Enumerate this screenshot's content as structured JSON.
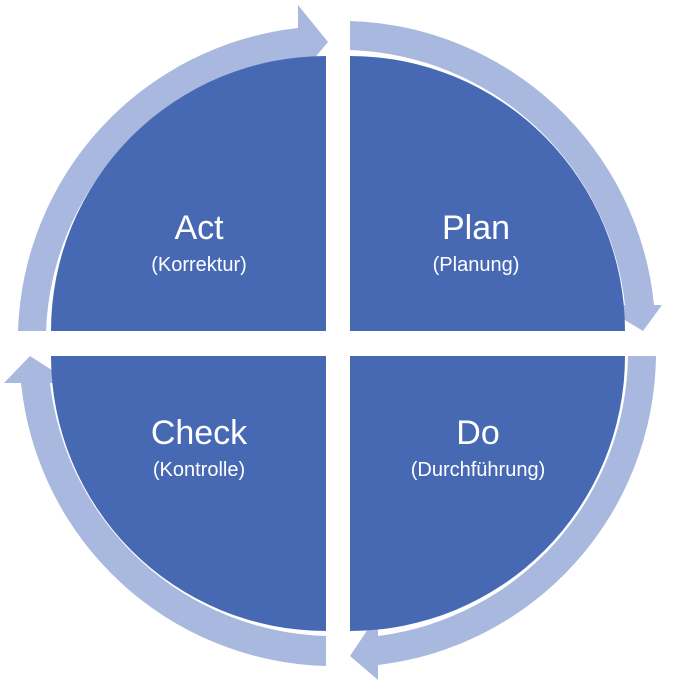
{
  "diagram": {
    "colors": {
      "quadrant_fill": "#4769b4",
      "arrow_fill": "#a9b8de",
      "text": "#ffffff",
      "background": "#ffffff"
    },
    "quadrants": {
      "plan": {
        "title": "Plan",
        "subtitle": "(Planung)"
      },
      "do": {
        "title": "Do",
        "subtitle": "(Durchführung)"
      },
      "check": {
        "title": "Check",
        "subtitle": "(Kontrolle)"
      },
      "act": {
        "title": "Act",
        "subtitle": "(Korrektur)"
      }
    }
  }
}
